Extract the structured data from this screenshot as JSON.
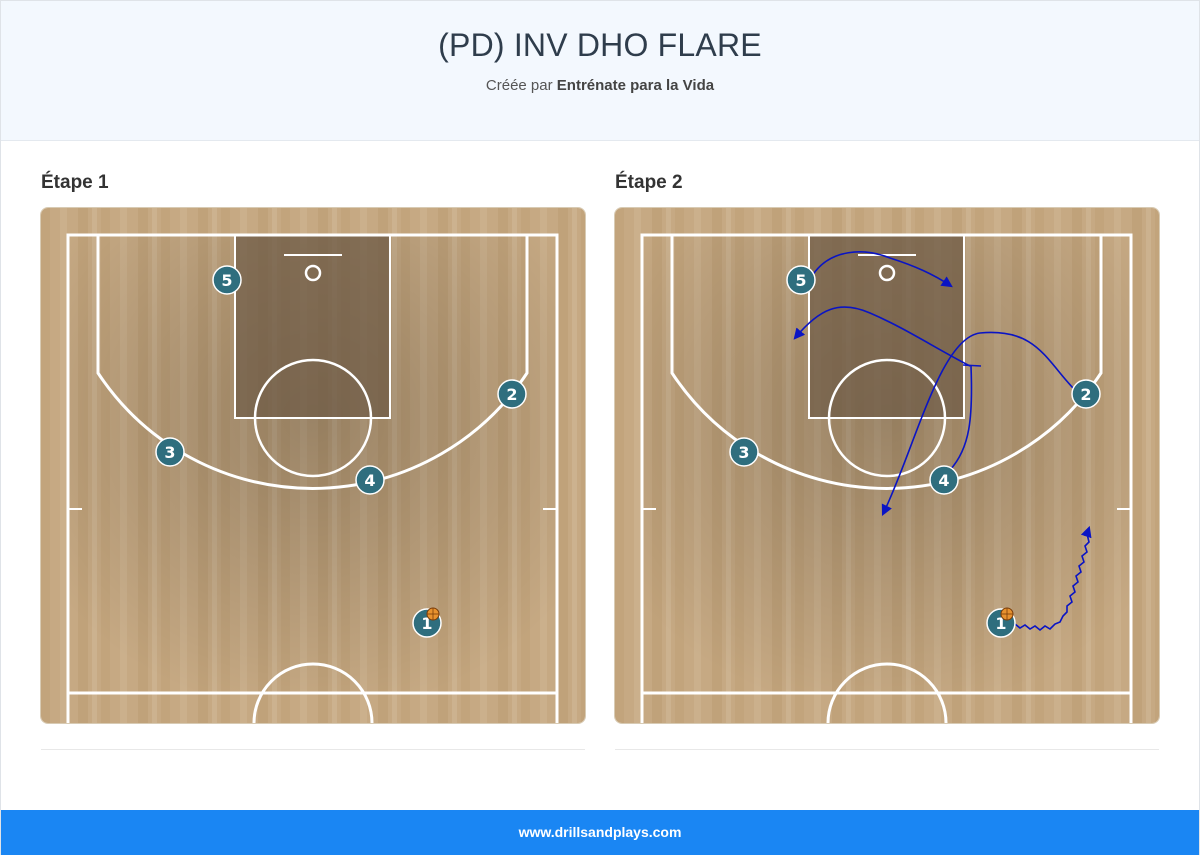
{
  "header": {
    "title": "(PD) INV DHO FLARE",
    "subtitle_prefix": "Créée par",
    "author": "Entrénate para la Vida"
  },
  "steps": [
    {
      "label": "Étape 1"
    },
    {
      "label": "Étape 2"
    }
  ],
  "players": {
    "p1": "1",
    "p2": "2",
    "p3": "3",
    "p4": "4",
    "p5": "5"
  },
  "footer": {
    "site": "www.drillsandplays.com"
  },
  "colors": {
    "court_wood": "#c8ab84",
    "paint": "#7a6650",
    "player": "#2f6e7e",
    "arrow": "#0a14c4",
    "footer": "#1a86f3"
  },
  "icons": [
    "basketball-icon"
  ]
}
